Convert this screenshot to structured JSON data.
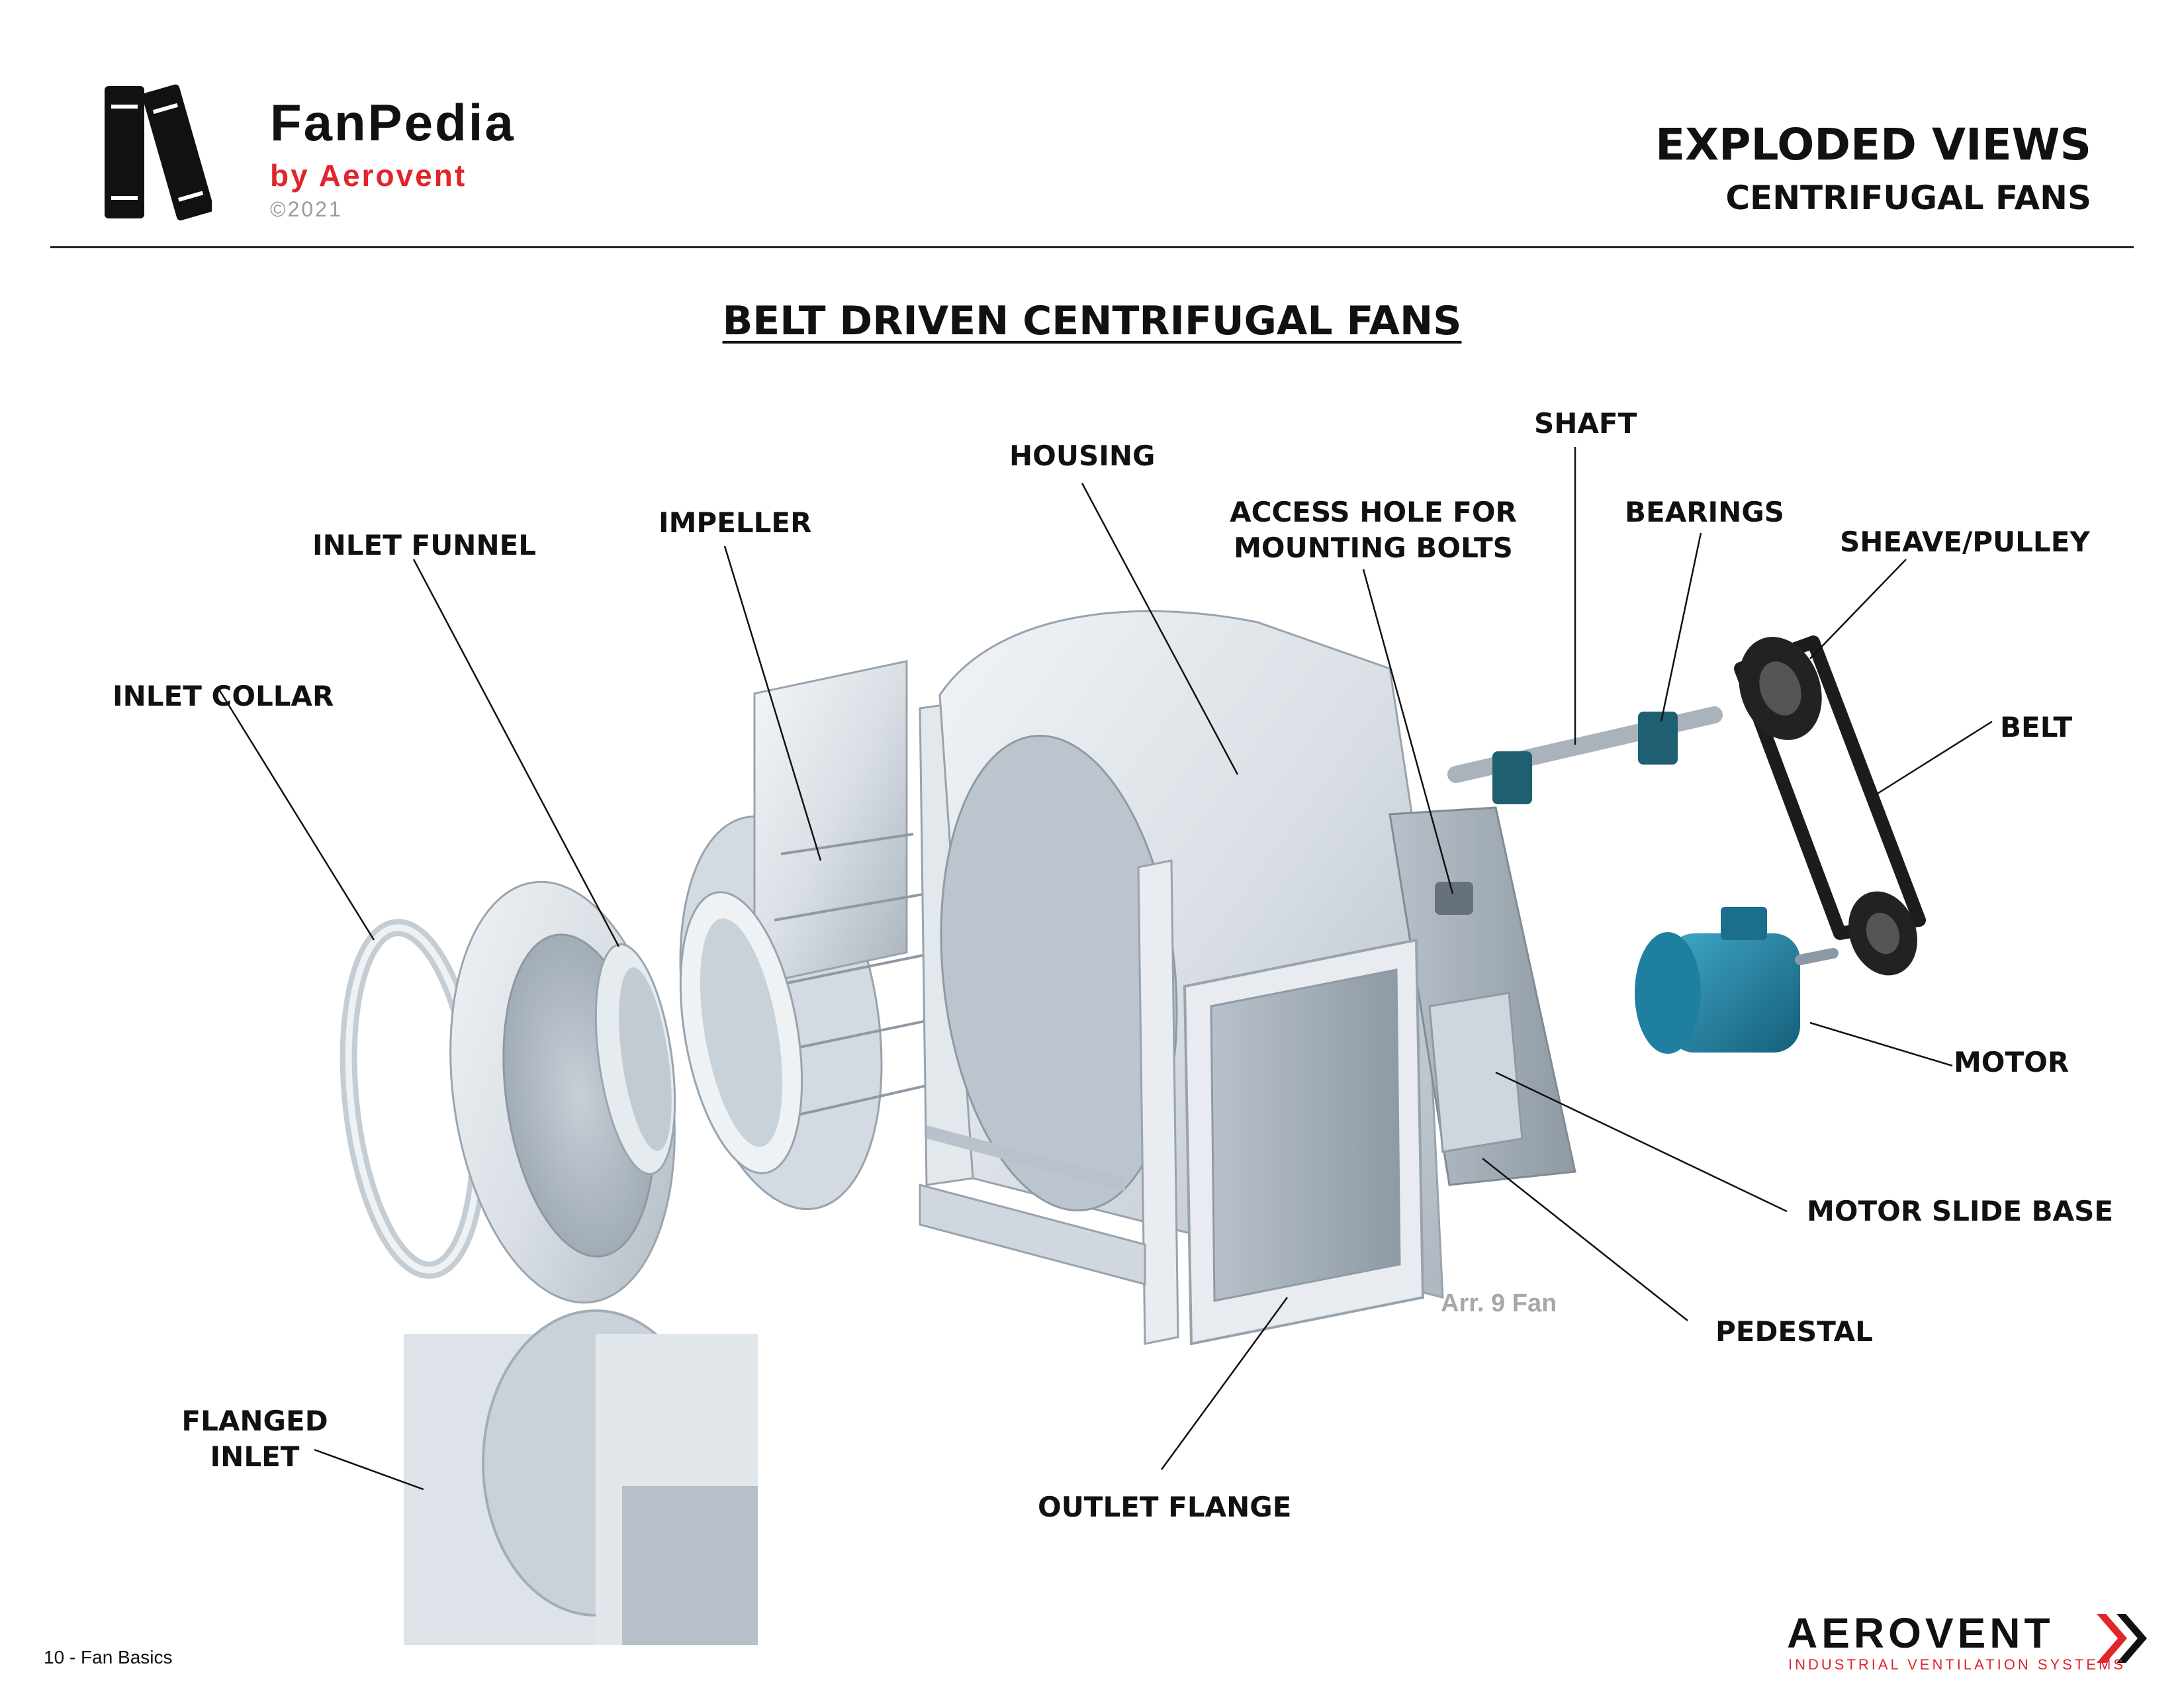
{
  "logo": {
    "title": "FanPedia",
    "byline": "by Aerovent",
    "copyright": "©2021"
  },
  "header": {
    "title": "EXPLODED VIEWS",
    "subtitle": "CENTRIFUGAL FANS"
  },
  "section_title": "BELT DRIVEN CENTRIFUGAL FANS",
  "labels": {
    "housing": "HOUSING",
    "shaft": "SHAFT",
    "access_hole_line1": "ACCESS HOLE FOR",
    "access_hole_line2": "MOUNTING BOLTS",
    "bearings": "BEARINGS",
    "sheave": "SHEAVE/PULLEY",
    "impeller": "IMPELLER",
    "inlet_funnel": "INLET FUNNEL",
    "inlet_collar": "INLET COLLAR",
    "belt": "BELT",
    "motor": "MOTOR",
    "motor_slide_base": "MOTOR SLIDE BASE",
    "pedestal": "PEDESTAL",
    "flanged_inlet_line1": "FLANGED",
    "flanged_inlet_line2": "INLET",
    "outlet_flange": "OUTLET FLANGE"
  },
  "arrangement_caption": "Arr. 9 Fan",
  "footer": {
    "page": "10 - Fan Basics",
    "brand": "Aerovent",
    "tagline": "Industrial Ventilation Systems"
  },
  "colors": {
    "accent_red": "#e0252b",
    "motor_teal": "#1f7fa0",
    "steel": "#d6dde3"
  }
}
